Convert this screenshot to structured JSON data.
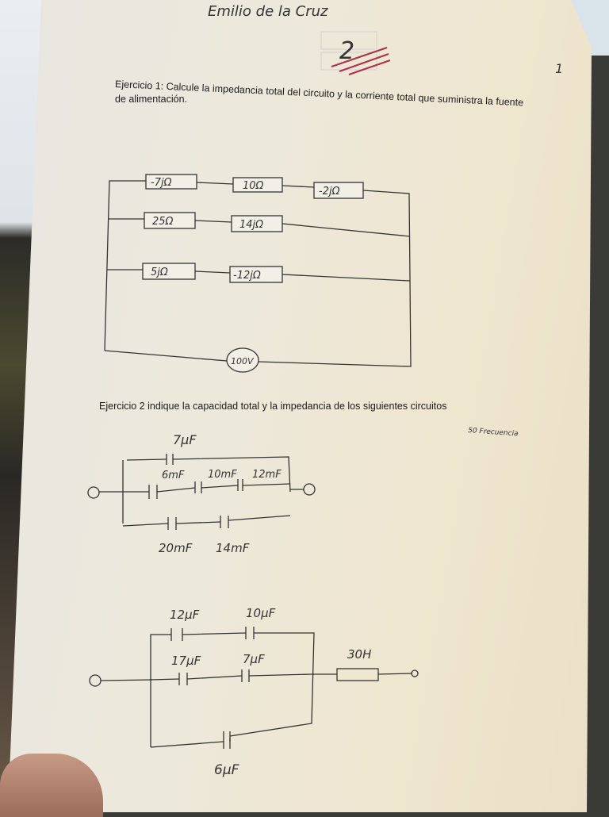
{
  "student_name": "Emilio de la Cruz",
  "grade_mark": "2",
  "page_number": "1",
  "exercise1": {
    "text_line1": "Ejercicio 1: Calcule la impedancia total del circuito y la corriente total que suministra la fuente",
    "text_line2": "de alimentación.",
    "components": {
      "r1_a": "-7jΩ",
      "r1_b": "10Ω",
      "r1_c": "-2jΩ",
      "r2_a": "25Ω",
      "r2_b": "14jΩ",
      "r3_a": "5jΩ",
      "r3_b": "-12jΩ",
      "source": "100V"
    }
  },
  "exercise2": {
    "text": "Ejercicio 2 indique la capacidad total y la impedancia de los siguientes circuitos",
    "margin_note": "50 Frecuencia",
    "circuit_a": {
      "c_top": "7µF",
      "c1": "6mF",
      "c2": "10mF",
      "c3": "12mF",
      "c4": "20mF",
      "c5": "14mF"
    },
    "circuit_b": {
      "c1": "12µF",
      "c2": "10µF",
      "c3": "17µF",
      "c4": "7µF",
      "inductor": "30H",
      "c5": "6µF"
    }
  }
}
